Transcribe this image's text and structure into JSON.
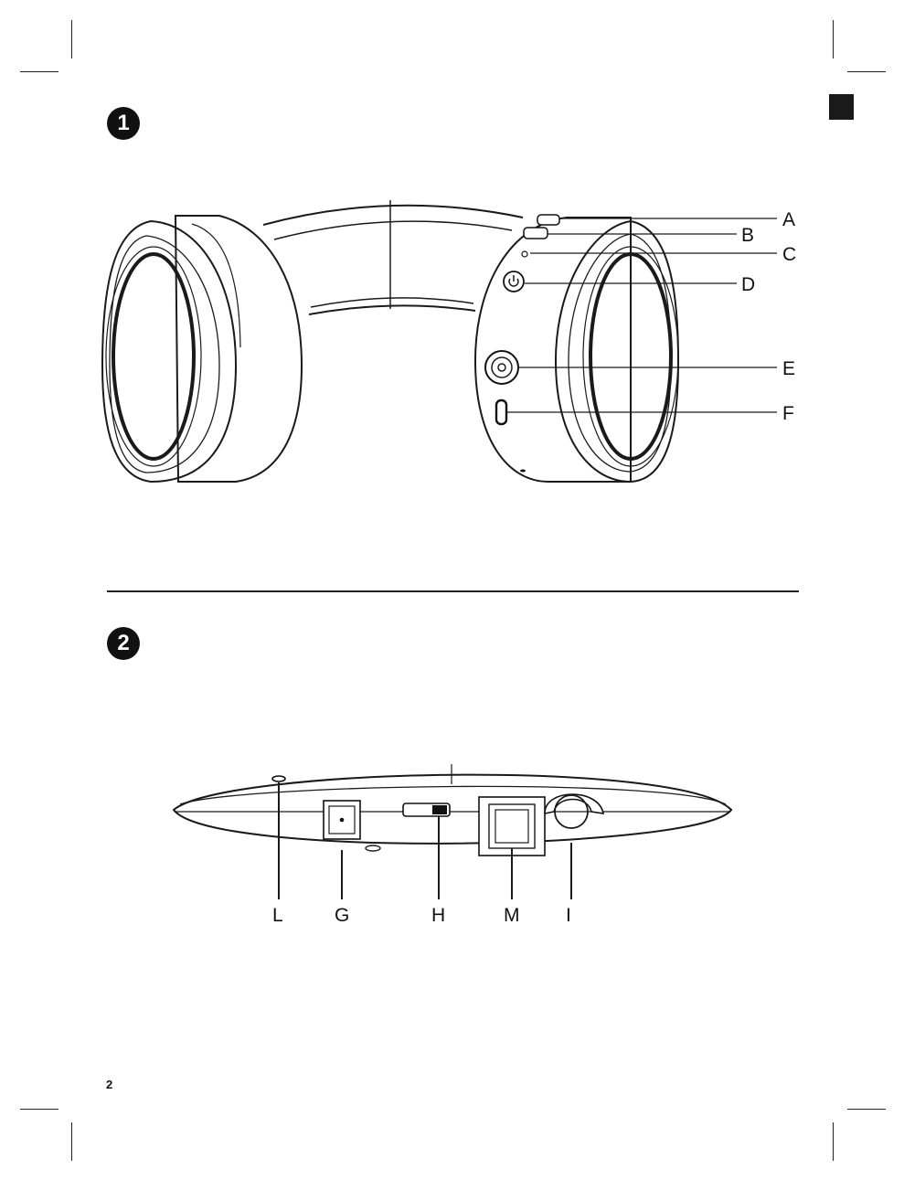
{
  "steps": {
    "one": "1",
    "two": "2"
  },
  "figure1": {
    "labels": {
      "a": "A",
      "b": "B",
      "c": "C",
      "d": "D",
      "e": "E",
      "f": "F"
    }
  },
  "figure2": {
    "labels": {
      "l": "L",
      "g": "G",
      "h": "H",
      "m": "M",
      "i": "I"
    }
  },
  "page_number": "2"
}
